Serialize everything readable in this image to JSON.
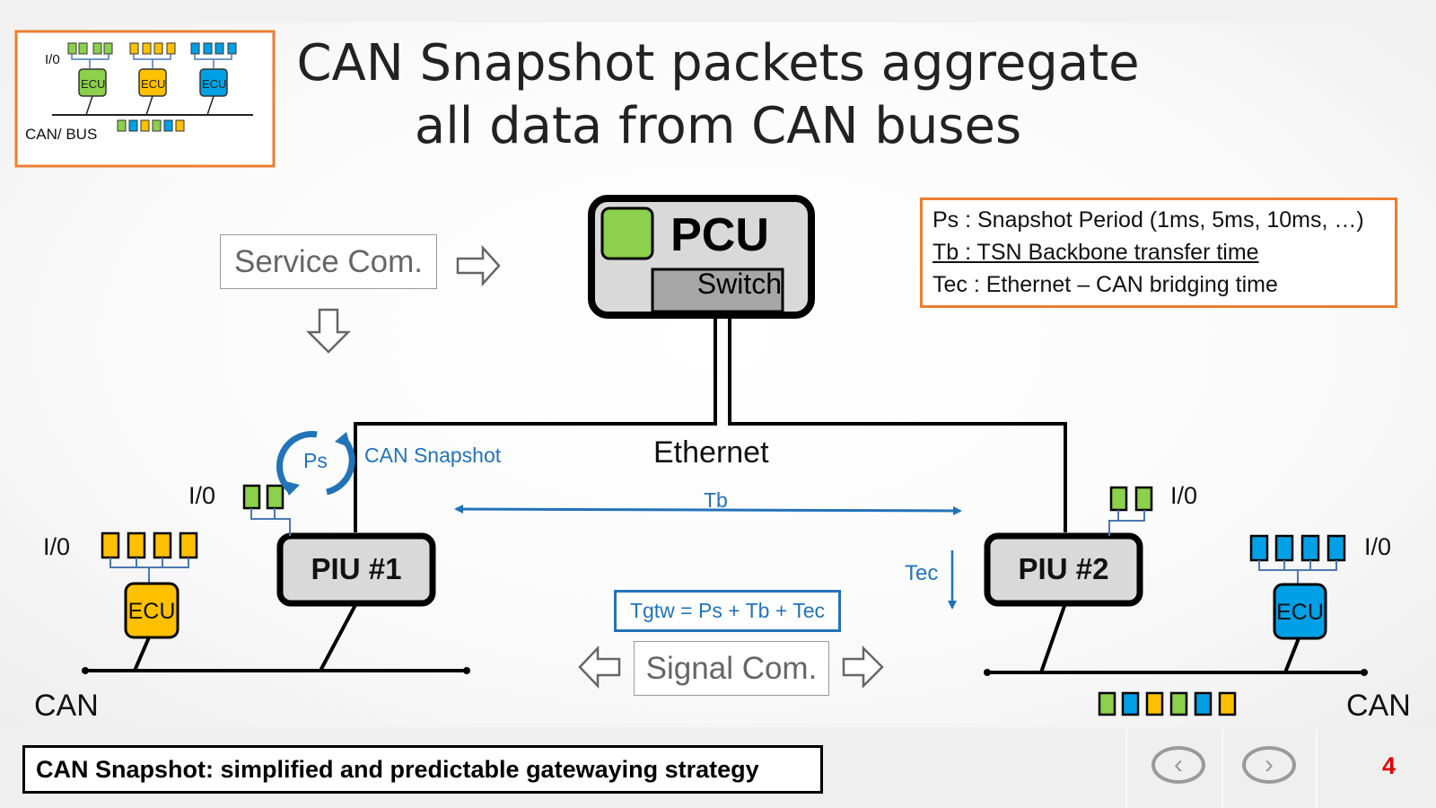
{
  "title": {
    "line1": "CAN Snapshot packets aggregate",
    "line2": "all data from CAN buses"
  },
  "thumbnail": {
    "io_label": "I/0",
    "ecu_label": "ECU",
    "bus_label": "CAN/ BUS"
  },
  "service_com": "Service Com.",
  "signal_com": "Signal Com.",
  "pcu": {
    "label": "PCU",
    "switch_label": "Switch"
  },
  "legend": {
    "ps": "Ps : Snapshot Period (1ms, 5ms, 10ms, …)",
    "tb": "Tb : TSN Backbone transfer time",
    "tec": "Tec : Ethernet – CAN bridging time"
  },
  "ethernet_label": "Ethernet",
  "can_snapshot_label": "CAN Snapshot",
  "ps_label": "Ps",
  "tb_label": "Tb",
  "tec_label": "Tec",
  "formula": "Tgtw = Ps + Tb + Tec",
  "piu1": "PIU #1",
  "piu2": "PIU #2",
  "io_label": "I/0",
  "ecu_label": "ECU",
  "can_label": "CAN",
  "conclusion": "CAN Snapshot: simplified and predictable gatewaying strategy",
  "nav": {
    "prev": "‹",
    "next": "›"
  },
  "slide_number": "4",
  "colors": {
    "green": "#8cd04b",
    "yellow": "#ffc000",
    "blue": "#00a0e6",
    "accent_orange": "#ed7d31",
    "annotation_blue": "#2273b8",
    "page_number_red": "#e00000"
  },
  "icons": [
    "refresh-cycle-icon",
    "right-arrow-icon",
    "down-arrow-icon",
    "left-arrow-icon",
    "chevron-left-icon",
    "chevron-right-icon"
  ]
}
